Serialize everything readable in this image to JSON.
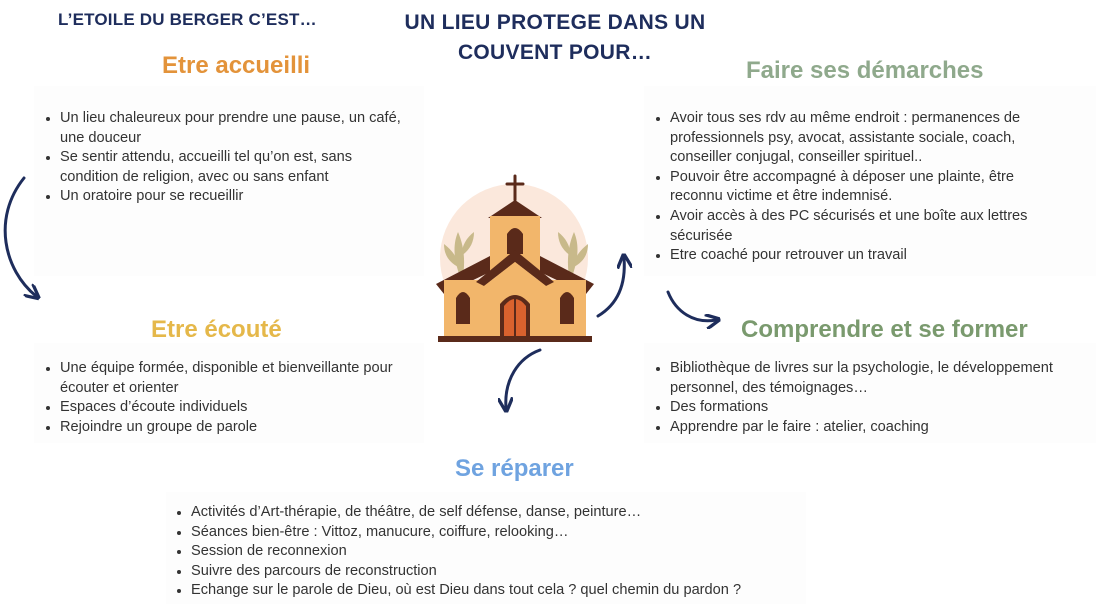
{
  "kicker": "L’ETOILE DU BERGER C’EST…",
  "title_line1": "UN LIEU PROTEGE DANS UN",
  "title_line2": "COUVENT  POUR…",
  "colors": {
    "navy": "#1e2d5c",
    "orange": "#e3933a",
    "yellow": "#e5b84a",
    "sage": "#8fa98c",
    "green": "#7a9a6e",
    "blue": "#6fa3e0",
    "church": "#f2b66b",
    "church_roof": "#5a2a1a",
    "door": "#d9622e",
    "halo": "#fbe8dc"
  },
  "sections": {
    "accueilli": {
      "heading": "Etre accueilli",
      "items": [
        "Un lieu chaleureux pour prendre une pause, un café, une douceur",
        "Se sentir attendu, accueilli tel qu’on est, sans condition de religion,  avec ou sans enfant",
        "Un oratoire pour se recueillir"
      ]
    },
    "demarches": {
      "heading": "Faire ses démarches",
      "items": [
        "Avoir tous ses rdv au même endroit : permanences de professionnels psy, avocat, assistante sociale, coach, conseiller conjugal, conseiller spirituel..",
        "Pouvoir être accompagné à déposer une plainte, être reconnu victime et être indemnisé.",
        "Avoir accès à des PC sécurisés et une boîte aux lettres sécurisée",
        "Etre coaché pour retrouver un travail"
      ]
    },
    "ecoute": {
      "heading": "Etre écouté",
      "items": [
        "Une équipe formée, disponible et bienveillante pour écouter et orienter",
        "Espaces d’écoute individuels",
        "Rejoindre un groupe de parole"
      ]
    },
    "former": {
      "heading": "Comprendre et se former",
      "items": [
        "Bibliothèque de livres sur la psychologie, le développement personnel, des témoignages…",
        "Des formations",
        "Apprendre par le faire : atelier, coaching"
      ]
    },
    "reparer": {
      "heading": "Se réparer",
      "items": [
        "Activités d’Art-thérapie, de théâtre, de self défense, danse, peinture…",
        "Séances bien-être : Vittoz, manucure, coiffure, relooking…",
        "Session de reconnexion",
        "Suivre des parcours de reconstruction",
        "Echange sur le parole de Dieu, où est Dieu dans tout cela ? quel chemin du pardon ?"
      ]
    }
  },
  "icons": {
    "church": "church-icon",
    "arrows": [
      "arrow-accueilli-to-ecoute-icon",
      "arrow-church-to-demarches-icon",
      "arrow-demarches-to-former-icon",
      "arrow-church-to-reparer-icon"
    ]
  }
}
